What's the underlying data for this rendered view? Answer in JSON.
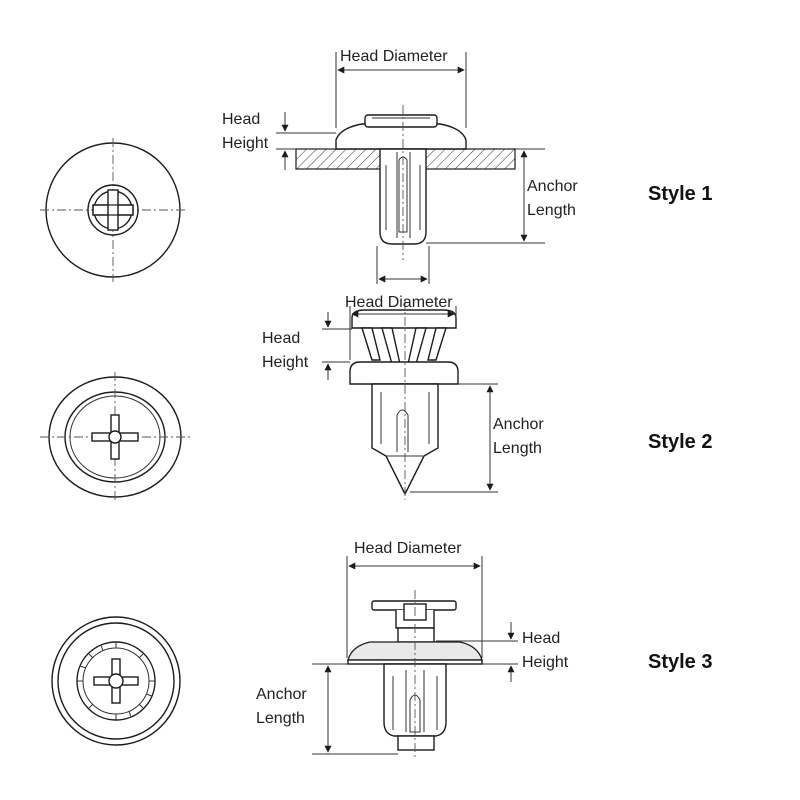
{
  "styles": [
    {
      "name": "Style 1",
      "head_diameter_label": "Head Diameter",
      "head_height_label": [
        "Head",
        "Height"
      ],
      "anchor_length_label": [
        "Anchor",
        "Length"
      ]
    },
    {
      "name": "Style 2",
      "head_diameter_label": "Head Diameter",
      "head_height_label": [
        "Head",
        "Height"
      ],
      "anchor_length_label": [
        "Anchor",
        "Length"
      ]
    },
    {
      "name": "Style 3",
      "head_diameter_label": "Head Diameter",
      "head_height_label": [
        "Head",
        "Height"
      ],
      "anchor_length_label": [
        "Anchor",
        "Length"
      ]
    }
  ],
  "colors": {
    "line": "#1c1c1c",
    "background": "#ffffff"
  }
}
